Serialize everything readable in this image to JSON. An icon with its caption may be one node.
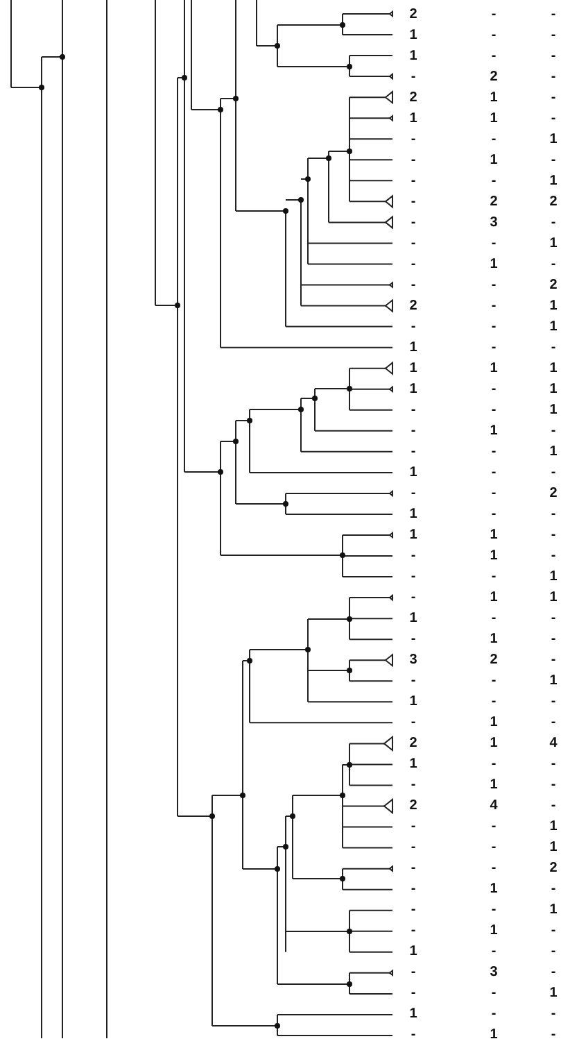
{
  "diagram": {
    "labels": [
      "2",
      "-",
      "-",
      "1",
      "-",
      "-",
      "1",
      "-",
      "-",
      "-",
      "2",
      "-",
      "2",
      "1",
      "-",
      "1",
      "1",
      "-",
      "-",
      "-",
      "1",
      "-",
      "1",
      "-",
      "-",
      "-",
      "1",
      "-",
      "2",
      "2",
      "-",
      "3",
      "-",
      "-",
      "-",
      "1",
      "-",
      "1",
      "-",
      "-",
      "-",
      "2",
      "2",
      "-",
      "1",
      "-",
      "-",
      "1",
      "1",
      "-",
      "-",
      "1",
      "1",
      "1",
      "1",
      "-",
      "1",
      "-",
      "-",
      "1",
      "-",
      "1",
      "-",
      "-",
      "-",
      "1",
      "1",
      "-",
      "-",
      "-",
      "-",
      "2",
      "1",
      "-",
      "-",
      "1",
      "1",
      "-",
      "-",
      "1",
      "-",
      "-",
      "-",
      "1",
      "-",
      "1",
      "1",
      "1",
      "-",
      "-",
      "-",
      "1",
      "-",
      "3",
      "2",
      "-",
      "-",
      "-",
      "1",
      "1",
      "-",
      "-",
      "-",
      "1",
      "-",
      "2",
      "1",
      "4",
      "1",
      "-",
      "-",
      "-",
      "1",
      "-",
      "2",
      "4",
      "-",
      "-",
      "-",
      "1",
      "-",
      "-",
      "1",
      "-",
      "-",
      "2",
      "-",
      "1",
      "-",
      "-",
      "-",
      "1",
      "-",
      "1",
      "-",
      "1",
      "-",
      "-",
      "-",
      "3",
      "-",
      "-",
      "-",
      "1",
      "1",
      "-",
      "-",
      "-",
      "1",
      "-"
    ]
  }
}
